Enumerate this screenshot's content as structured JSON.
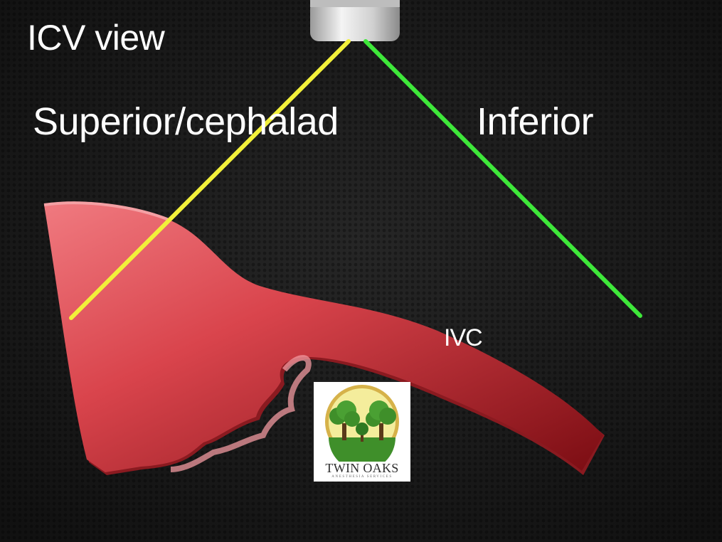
{
  "slide": {
    "title": "ICV view",
    "labels": {
      "superior": "Superior/cephalad",
      "inferior": "Inferior",
      "vessel": "IVC"
    },
    "logo": {
      "name": "TWIN OAKS",
      "tagline": "ANESTHESIA SERVICES"
    }
  },
  "colors": {
    "background": "#232323",
    "superior_line": "#f2f03a",
    "inferior_line": "#3ee83a",
    "vessel": "#d9444c",
    "probe": "#e8e8e8",
    "logo_ring": "#d6b24a",
    "logo_trees": "#3f8f2a"
  }
}
